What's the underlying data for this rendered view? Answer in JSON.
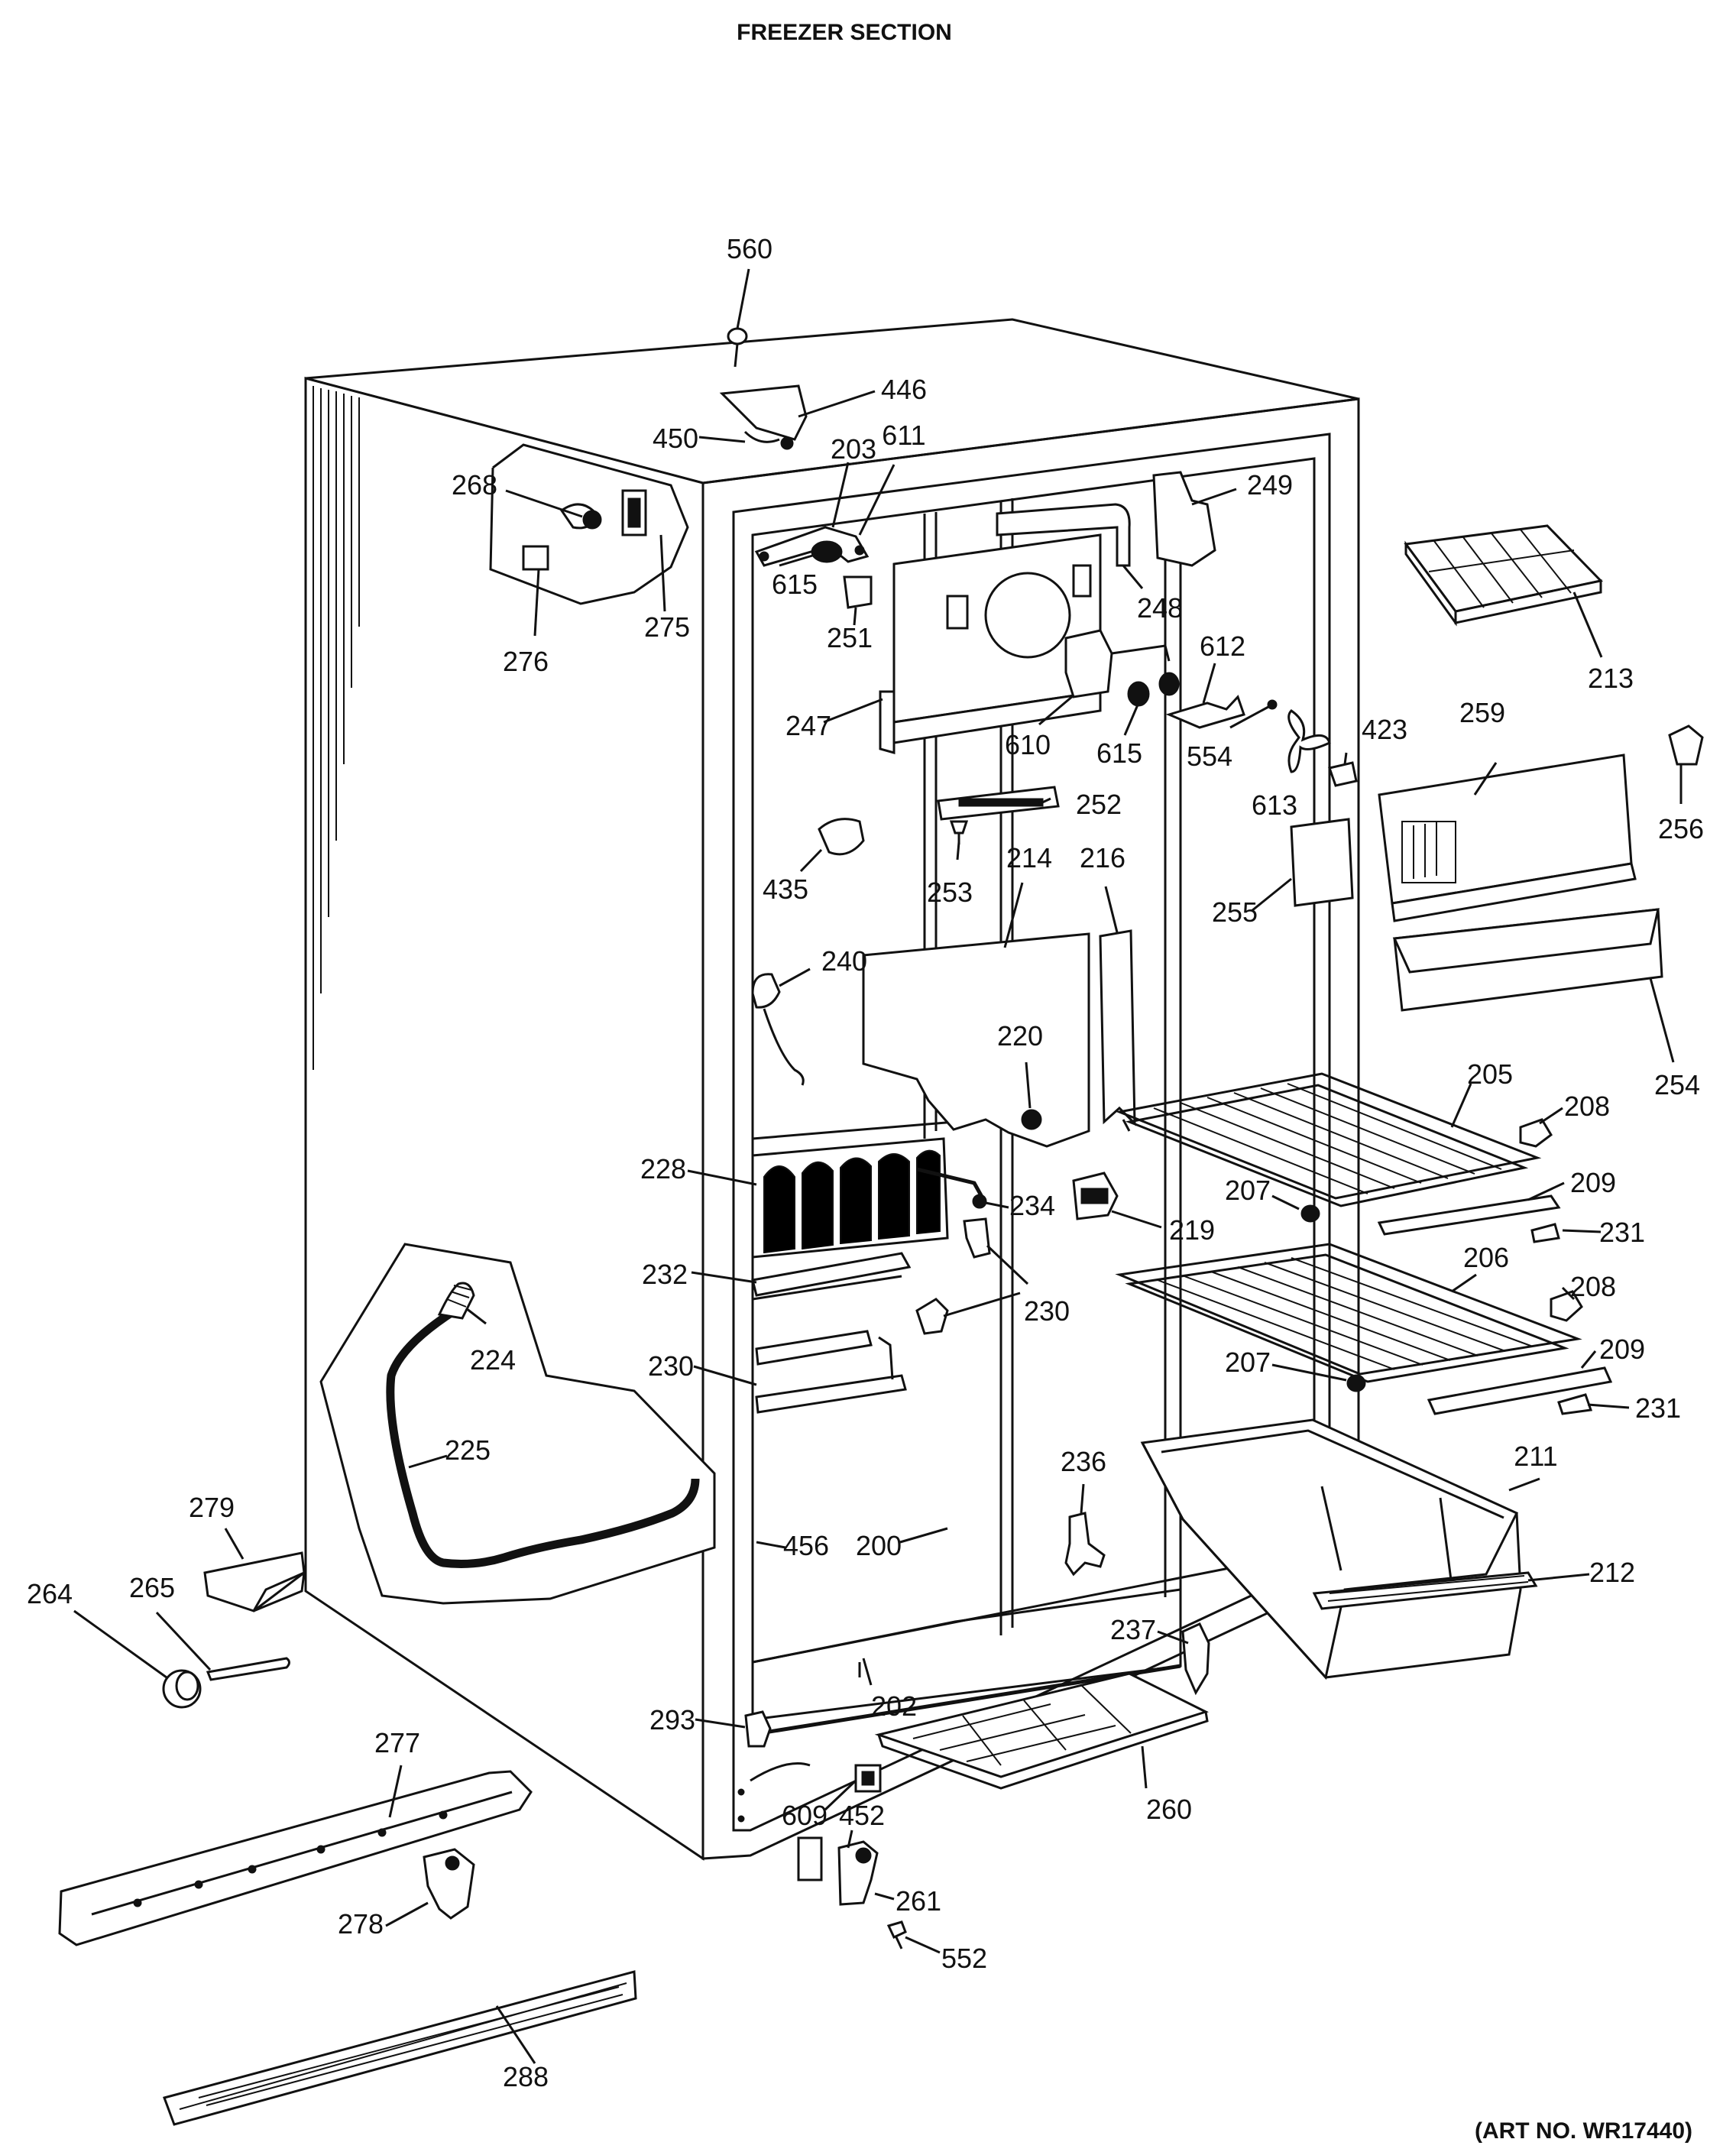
{
  "title": "FREEZER SECTION",
  "art_no": "(ART NO. WR17440)",
  "callouts": [
    {
      "id": "560"
    },
    {
      "id": "446"
    },
    {
      "id": "450"
    },
    {
      "id": "268"
    },
    {
      "id": "203"
    },
    {
      "id": "611"
    },
    {
      "id": "249"
    },
    {
      "id": "615"
    },
    {
      "id": "251"
    },
    {
      "id": "276"
    },
    {
      "id": "275"
    },
    {
      "id": "248"
    },
    {
      "id": "213"
    },
    {
      "id": "612"
    },
    {
      "id": "247"
    },
    {
      "id": "610"
    },
    {
      "id": "615"
    },
    {
      "id": "554"
    },
    {
      "id": "423"
    },
    {
      "id": "259"
    },
    {
      "id": "256"
    },
    {
      "id": "613"
    },
    {
      "id": "252"
    },
    {
      "id": "214"
    },
    {
      "id": "216"
    },
    {
      "id": "435"
    },
    {
      "id": "253"
    },
    {
      "id": "255"
    },
    {
      "id": "240"
    },
    {
      "id": "220"
    },
    {
      "id": "254"
    },
    {
      "id": "205"
    },
    {
      "id": "208"
    },
    {
      "id": "228"
    },
    {
      "id": "234"
    },
    {
      "id": "207"
    },
    {
      "id": "209"
    },
    {
      "id": "219"
    },
    {
      "id": "231"
    },
    {
      "id": "232"
    },
    {
      "id": "206"
    },
    {
      "id": "230"
    },
    {
      "id": "224"
    },
    {
      "id": "208"
    },
    {
      "id": "230"
    },
    {
      "id": "209"
    },
    {
      "id": "207"
    },
    {
      "id": "231"
    },
    {
      "id": "225"
    },
    {
      "id": "211"
    },
    {
      "id": "236"
    },
    {
      "id": "279"
    },
    {
      "id": "456"
    },
    {
      "id": "200"
    },
    {
      "id": "212"
    },
    {
      "id": "264"
    },
    {
      "id": "265"
    },
    {
      "id": "237"
    },
    {
      "id": "202"
    },
    {
      "id": "293"
    },
    {
      "id": "277"
    },
    {
      "id": "260"
    },
    {
      "id": "609"
    },
    {
      "id": "452"
    },
    {
      "id": "278"
    },
    {
      "id": "261"
    },
    {
      "id": "552"
    },
    {
      "id": "288"
    }
  ]
}
